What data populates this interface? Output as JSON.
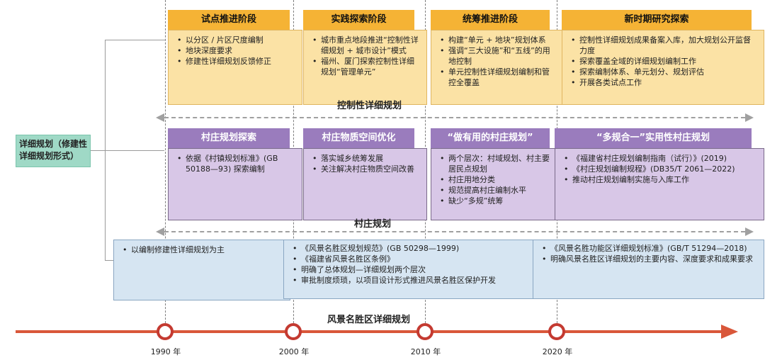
{
  "left_label": "详细规划（修建性详细规划形式）",
  "stages": [
    {
      "title": "试点推进阶段",
      "items": [
        "以分区 / 片区尺度编制",
        "地块深度要求",
        "修建性详细规划反馈修正"
      ]
    },
    {
      "title": "实践探索阶段",
      "items": [
        "城市重点地段推进“控制性详细规划 + 城市设计”模式",
        "福州、厦门探索控制性详细规划“管理单元”"
      ]
    },
    {
      "title": "统筹推进阶段",
      "items": [
        "构建“单元 + 地块”规划体系",
        "强调“三大设施”和“五线”的用地控制",
        "单元控制性详细规划编制和管控全覆盖"
      ]
    },
    {
      "title": "新时期研究探索",
      "items": [
        "控制性详细规划成果备案入库，加大规划公开监督力度",
        "探索覆盖全域的详细规划编制工作",
        "探索编制体系、单元划分、规划评估",
        "开展各类试点工作"
      ]
    }
  ],
  "band1_label": "控制性详细规划",
  "village": [
    {
      "title": "村庄规划探索",
      "items": [
        "依据《村镇规划标准》(GB 50188—93) 探索编制"
      ]
    },
    {
      "title": "村庄物质空间优化",
      "items": [
        "落实城乡统筹发展",
        "关注解决村庄物质空间改善"
      ]
    },
    {
      "title": "“做有用的村庄规划”",
      "items": [
        "两个层次：村域规划、村主要居民点规划",
        "村庄用地分类",
        "规范提高村庄编制水平",
        "缺少“多规”统筹"
      ]
    },
    {
      "title": "“多规合一”实用性村庄规划",
      "items": [
        "《福建省村庄规划编制指南（试行）》(2019)",
        "《村庄规划编制规程》(DB35/T 2061—2022)",
        "推动村庄规划编制实施与入库工作"
      ]
    }
  ],
  "band2_label": "村庄规划",
  "scenic": [
    {
      "items": [
        "以编制修建性详细规划为主"
      ]
    },
    {
      "items": [
        "《风景名胜区规划规范》(GB 50298—1999)",
        "《福建省风景名胜区条例》",
        "明确了总体规划—详细规划两个层次",
        "审批制度烦琐，以项目设计形式推进风景名胜区保护开发"
      ]
    },
    {
      "items": [
        "《风景名胜功能区详细规划标准》(GB/T 51294—2018)",
        "明确风景名胜区详细规划的主要内容、深度要求和成果要求"
      ]
    }
  ],
  "band3_label": "风景名胜区详细规划",
  "years": [
    "1990 年",
    "2000 年",
    "2010 年",
    "2020 年"
  ],
  "colors": {
    "yellow_header": "#f5b335",
    "yellow_box": "#fbe2a5",
    "purple_header": "#9a7cbd",
    "purple_box": "#d8c7e7",
    "blue_box": "#d6e5f2",
    "timeline": "#d9573a",
    "left_label": "#9fd9c6"
  }
}
